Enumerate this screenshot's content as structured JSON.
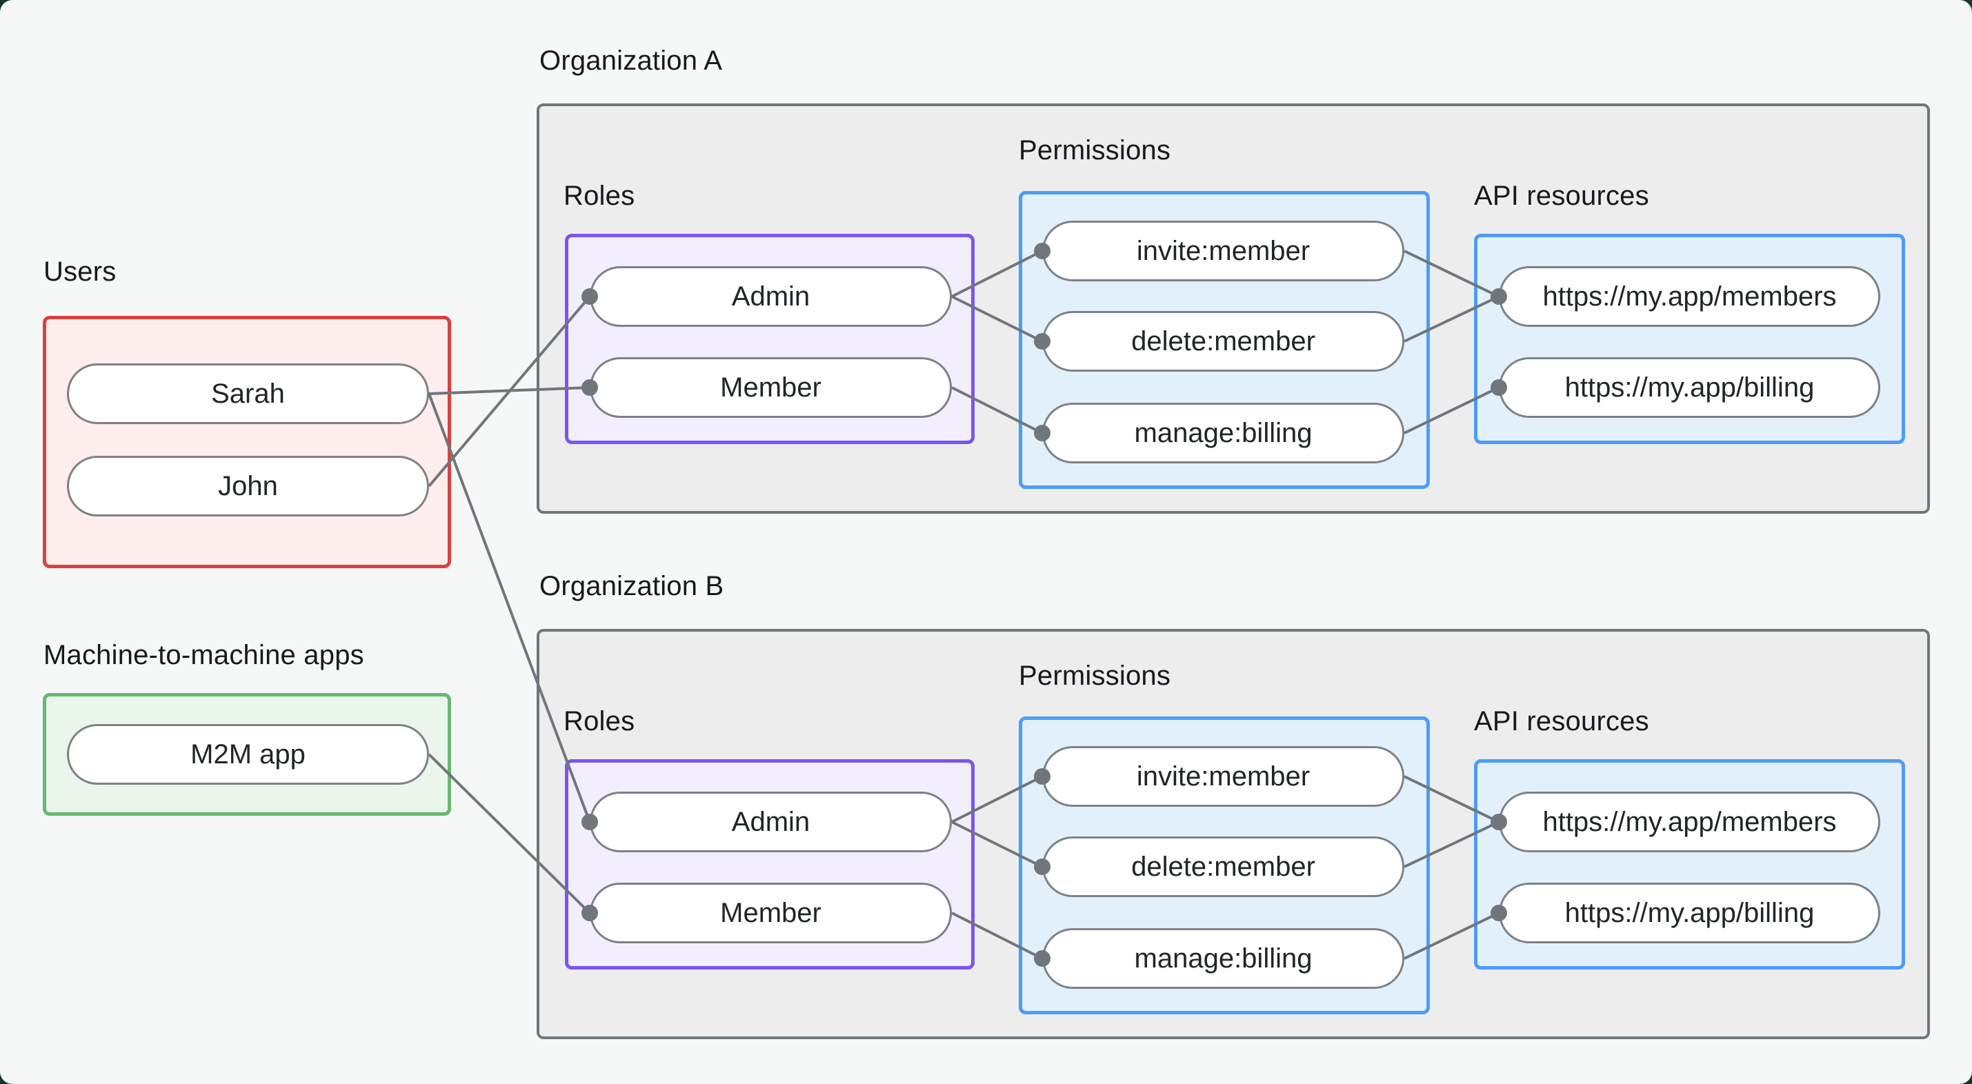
{
  "colors": {
    "canvas_bg": "#f6f7f7",
    "backdrop": "#16382b",
    "connector": "#70767b",
    "users_border": "#d9413f",
    "m2m_border": "#67b96e",
    "roles_border": "#7b55f2",
    "permissions_border": "#4d9cf8",
    "org_border": "#70767b"
  },
  "users_group": {
    "title": "Users",
    "members": [
      {
        "label": "Sarah"
      },
      {
        "label": "John"
      }
    ]
  },
  "m2m_group": {
    "title": "Machine-to-machine apps",
    "members": [
      {
        "label": "M2M app"
      }
    ]
  },
  "orgs": [
    {
      "title": "Organization A",
      "roles": {
        "title": "Roles",
        "items": [
          {
            "label": "Admin"
          },
          {
            "label": "Member"
          }
        ]
      },
      "permissions": {
        "title": "Permissions",
        "items": [
          {
            "label": "invite:member"
          },
          {
            "label": "delete:member"
          },
          {
            "label": "manage:billing"
          }
        ]
      },
      "api_resources": {
        "title": "API resources",
        "items": [
          {
            "label": "https://my.app/members"
          },
          {
            "label": "https://my.app/billing"
          }
        ]
      }
    },
    {
      "title": "Organization B",
      "roles": {
        "title": "Roles",
        "items": [
          {
            "label": "Admin"
          },
          {
            "label": "Member"
          }
        ]
      },
      "permissions": {
        "title": "Permissions",
        "items": [
          {
            "label": "invite:member"
          },
          {
            "label": "delete:member"
          },
          {
            "label": "manage:billing"
          }
        ]
      },
      "api_resources": {
        "title": "API resources",
        "items": [
          {
            "label": "https://my.app/members"
          },
          {
            "label": "https://my.app/billing"
          }
        ]
      }
    }
  ],
  "edges": [
    [
      "sarah",
      "a.member"
    ],
    [
      "john",
      "a.admin"
    ],
    [
      "sarah",
      "b.admin"
    ],
    [
      "m2m",
      "b.member"
    ],
    [
      "a.admin",
      "a.invite"
    ],
    [
      "a.admin",
      "a.delete"
    ],
    [
      "a.member",
      "a.manage"
    ],
    [
      "a.invite",
      "a.members"
    ],
    [
      "a.delete",
      "a.members"
    ],
    [
      "a.manage",
      "a.billing"
    ],
    [
      "b.admin",
      "b.invite"
    ],
    [
      "b.admin",
      "b.delete"
    ],
    [
      "b.member",
      "b.manage"
    ],
    [
      "b.invite",
      "b.members"
    ],
    [
      "b.delete",
      "b.members"
    ],
    [
      "b.manage",
      "b.billing"
    ]
  ]
}
